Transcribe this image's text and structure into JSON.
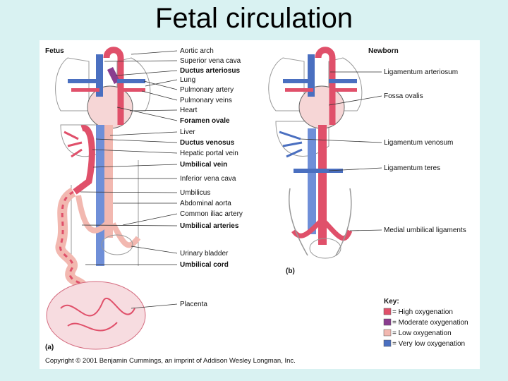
{
  "title": "Fetal circulation",
  "panels": {
    "fetus_label": "Fetus",
    "newborn_label": "Newborn",
    "a_label": "(a)",
    "b_label": "(b)"
  },
  "labels": [
    {
      "text": "Aortic arch",
      "bold": false
    },
    {
      "text": "Superior vena cava",
      "bold": false
    },
    {
      "text": "Ductus arteriosus",
      "bold": true
    },
    {
      "text": "Lung",
      "bold": false
    },
    {
      "text": "Pulmonary artery",
      "bold": false
    },
    {
      "text": "Pulmonary veins",
      "bold": false
    },
    {
      "text": "Heart",
      "bold": false
    },
    {
      "text": "Foramen ovale",
      "bold": true
    },
    {
      "text": "Liver",
      "bold": false
    },
    {
      "text": "Ductus venosus",
      "bold": true
    },
    {
      "text": "Hepatic portal vein",
      "bold": false
    },
    {
      "text": "Umbilical vein",
      "bold": true
    },
    {
      "text": "Inferior vena cava",
      "bold": false
    },
    {
      "text": "Umbilicus",
      "bold": false
    },
    {
      "text": "Abdominal aorta",
      "bold": false
    },
    {
      "text": "Common iliac artery",
      "bold": false
    },
    {
      "text": "Umbilical arteries",
      "bold": true
    },
    {
      "text": "Urinary bladder",
      "bold": false
    },
    {
      "text": "Umbilical cord",
      "bold": true
    },
    {
      "text": "Placenta",
      "bold": false
    }
  ],
  "newborn_labels": [
    "Ligamentum arteriosum",
    "Fossa ovalis",
    "Ligamentum venosum",
    "Ligamentum teres",
    "Medial umbilical ligaments"
  ],
  "key": {
    "title": "Key:",
    "items": [
      {
        "label": "= High oxygenation",
        "color": "#e0506a"
      },
      {
        "label": "= Moderate oxygenation",
        "color": "#8a3d8f"
      },
      {
        "label": "= Low oxygenation",
        "color": "#f2b8b0"
      },
      {
        "label": "= Very low oxygenation",
        "color": "#4a6fc0"
      }
    ]
  },
  "copyright": "Copyright © 2001 Benjamin Cummings, an imprint of Addison Wesley Longman, Inc.",
  "colors": {
    "background": "#d9f2f2",
    "high": "#e0506a",
    "moderate": "#8a3d8f",
    "low": "#f2b8b0",
    "very_low": "#4a6fc0"
  }
}
